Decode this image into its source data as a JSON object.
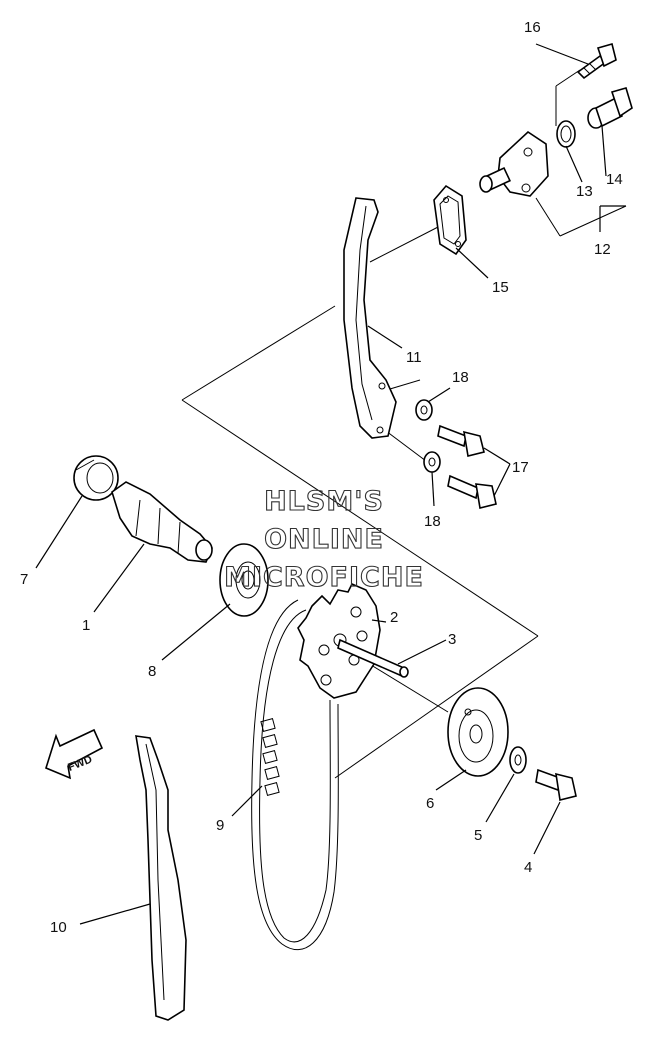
{
  "watermark": {
    "line1": "HLSM'S",
    "line2": "ONLINE",
    "line3": "MICROFICHE"
  },
  "direction_arrow": {
    "label": "FWD"
  },
  "callouts": {
    "c1": "1",
    "c2": "2",
    "c3": "3",
    "c4": "4",
    "c5": "5",
    "c6": "6",
    "c7": "7",
    "c8": "8",
    "c9": "9",
    "c10": "10",
    "c11": "11",
    "c12": "12",
    "c13": "13",
    "c14": "14",
    "c15": "15",
    "c16": "16",
    "c17": "17",
    "c18a": "18",
    "c18b": "18"
  }
}
